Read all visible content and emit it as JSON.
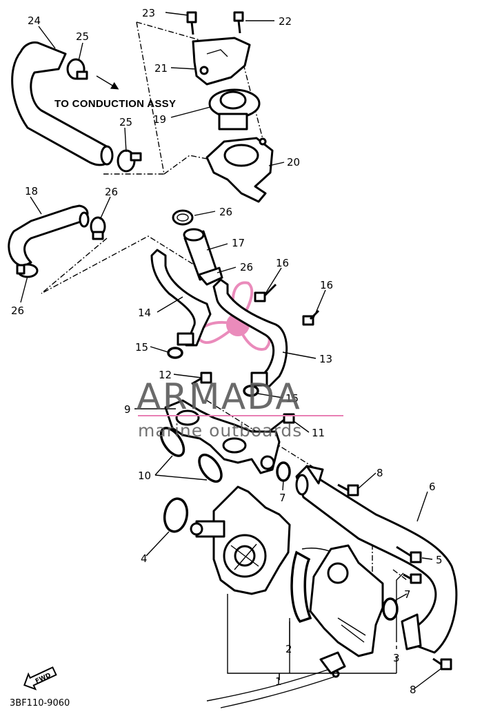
{
  "callouts": {
    "c1": "1",
    "c2": "2",
    "c3": "3",
    "c4": "4",
    "c5": "5",
    "c6": "6",
    "c7a": "7",
    "c7b": "7",
    "c8a": "8",
    "c8b": "8",
    "c9": "9",
    "c10": "10",
    "c11": "11",
    "c12": "12",
    "c13": "13",
    "c14": "14",
    "c15a": "15",
    "c15b": "15",
    "c16a": "16",
    "c16b": "16",
    "c17": "17",
    "c18": "18",
    "c19": "19",
    "c20": "20",
    "c21": "21",
    "c22": "22",
    "c23": "23",
    "c24": "24",
    "c25a": "25",
    "c25b": "25",
    "c26a": "26",
    "c26b": "26",
    "c26c": "26",
    "c26d": "26"
  },
  "note": "TO CONDUCTION ASSY",
  "front_marker": "FWD",
  "diagram_code": "3BF110-9060",
  "watermark": {
    "brand": "ARMADA",
    "tagline": "marine outboards",
    "brand_color": "#5a5a5a",
    "accent_color": "#e87fb4"
  }
}
